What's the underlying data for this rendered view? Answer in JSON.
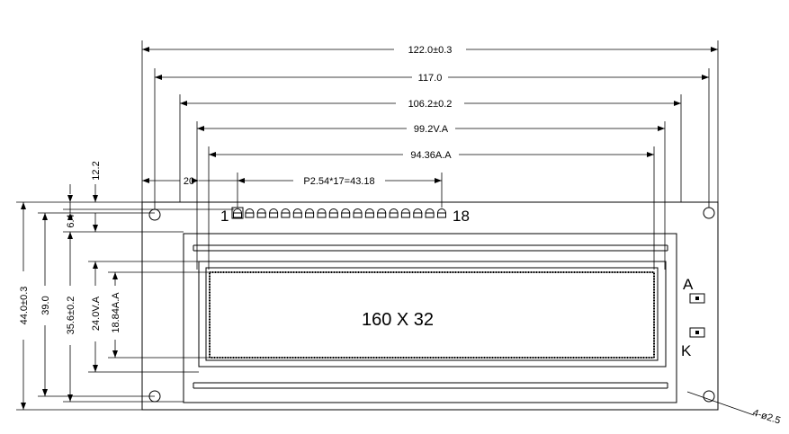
{
  "horizontal_dimensions": {
    "overall_width": "122.0±0.3",
    "hole_pitch": "117.0",
    "pcb_inner_width": "106.2±0.2",
    "view_area_width": "99.2V.A",
    "active_area_width": "94.36A.A",
    "pin_offset": "20",
    "pin_pitch": "P2.54*17=43.18"
  },
  "vertical_dimensions": {
    "overall_height": "44.0±0.3",
    "hole_pitch": "39.0",
    "bezel_height": "35.6±0.2",
    "view_area_height": "24.0V.A",
    "active_area_height": "18.84A.A",
    "pin_row_offset": "12.2",
    "pin_row_to_hole": "6.4"
  },
  "pins": {
    "first": "1",
    "last": "18",
    "count": 18
  },
  "display_label": "160 X 32",
  "backlight": {
    "anode": "A",
    "cathode": "K"
  },
  "mounting_holes": "4-ø2.5"
}
